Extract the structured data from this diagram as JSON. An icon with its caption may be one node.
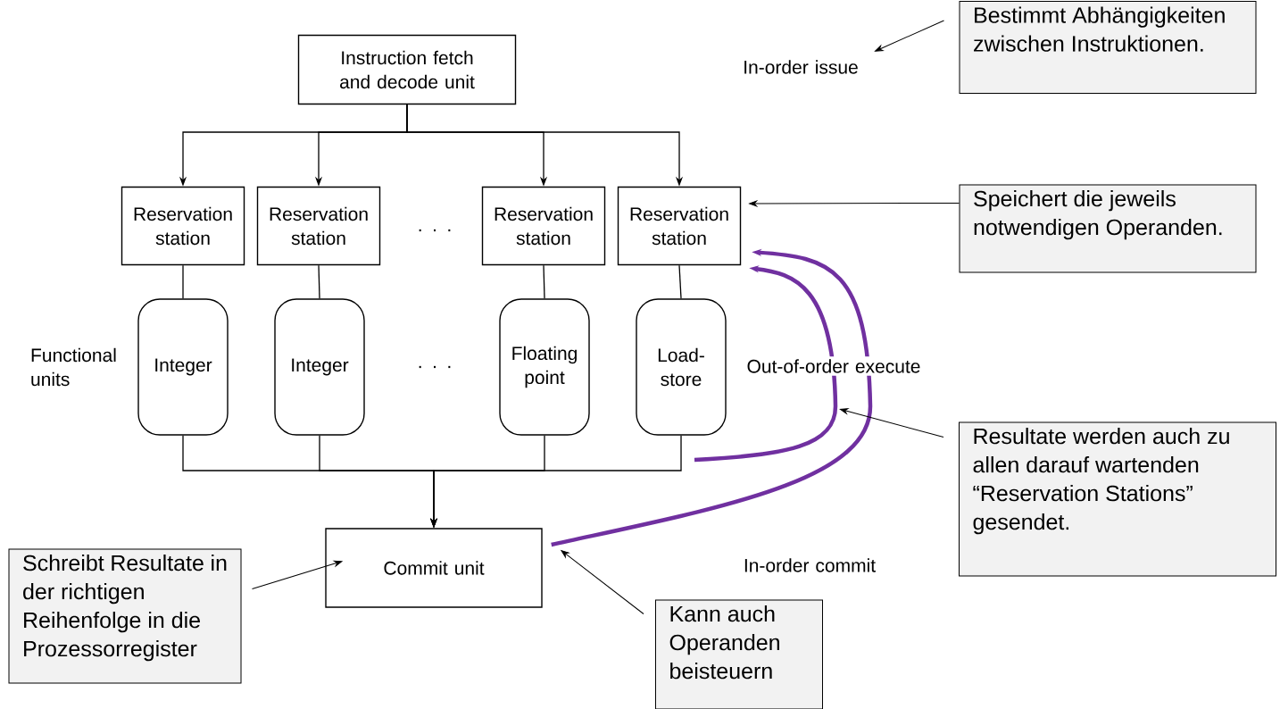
{
  "diagram": {
    "nodes": [
      {
        "text": [
          "Instruction fetch and decode unit"
        ]
      },
      {
        "text": [
          "Reservation station"
        ]
      },
      {
        "text": [
          "Reservation station"
        ]
      },
      {
        "text": [
          "Reservation station"
        ]
      },
      {
        "text": [
          "Reservation station"
        ]
      },
      {
        "text": [
          "Integer"
        ]
      },
      {
        "text": [
          "Integer"
        ]
      },
      {
        "text": [
          "Floating point"
        ]
      },
      {
        "text": [
          "Load-store"
        ]
      },
      {
        "text": [
          "Commit unit"
        ]
      },
      {
        "text": [
          "Bestimmt Abhängigkeiten zwischen Instruktionen."
        ]
      },
      {
        "text": [
          "Speichert die jeweils notwendigen Operanden."
        ]
      },
      {
        "text": [
          "Resultate werden auch zu allen darauf wartenden “Reservation Stations” gesendet."
        ]
      },
      {
        "text": [
          "Schreibt Resultate in der richtigen Reihenfolge in die Prozessorregister"
        ]
      },
      {
        "text": [
          "Kann auch Operanden beisteuern"
        ]
      },
      {
        "text": [
          "In-order issue"
        ]
      }
    ],
    "edges": [
      {
        "from": 0,
        "to": 1,
        "arrow": "to"
      },
      {
        "from": 0,
        "to": 2,
        "arrow": "to"
      },
      {
        "from": 0,
        "to": 3,
        "arrow": "to"
      },
      {
        "from": 0,
        "to": 4,
        "arrow": "to"
      },
      {
        "from": 1,
        "to": 5,
        "arrow": "none"
      },
      {
        "from": 2,
        "to": 6,
        "arrow": "none"
      },
      {
        "from": 3,
        "to": 7,
        "arrow": "none"
      },
      {
        "from": 4,
        "to": 8,
        "arrow": "none"
      },
      {
        "from": 5,
        "to": 9,
        "arrow": "to"
      },
      {
        "from": 6,
        "to": 9,
        "arrow": "to"
      },
      {
        "from": 7,
        "to": 9,
        "arrow": "to"
      },
      {
        "from": 8,
        "to": 9,
        "arrow": "to"
      },
      {
        "from": null,
        "to": 4,
        "arrow": "to",
        "style": "thick",
        "color": "#7030a0"
      },
      {
        "from": 9,
        "to": 4,
        "arrow": "to",
        "style": "thick",
        "color": "#7030a0"
      },
      {
        "from": 10,
        "to": 15,
        "arrow": "to"
      },
      {
        "from": 11,
        "to": 4,
        "arrow": "to"
      },
      {
        "from": 12,
        "to": null,
        "arrow": "to"
      },
      {
        "from": 13,
        "to": 9,
        "arrow": "to"
      },
      {
        "from": 14,
        "to": 9,
        "arrow": "to"
      }
    ],
    "labels": [
      "Functional units",
      ". . .",
      ". . .",
      "Out-of-order execute",
      "In-order commit"
    ]
  }
}
